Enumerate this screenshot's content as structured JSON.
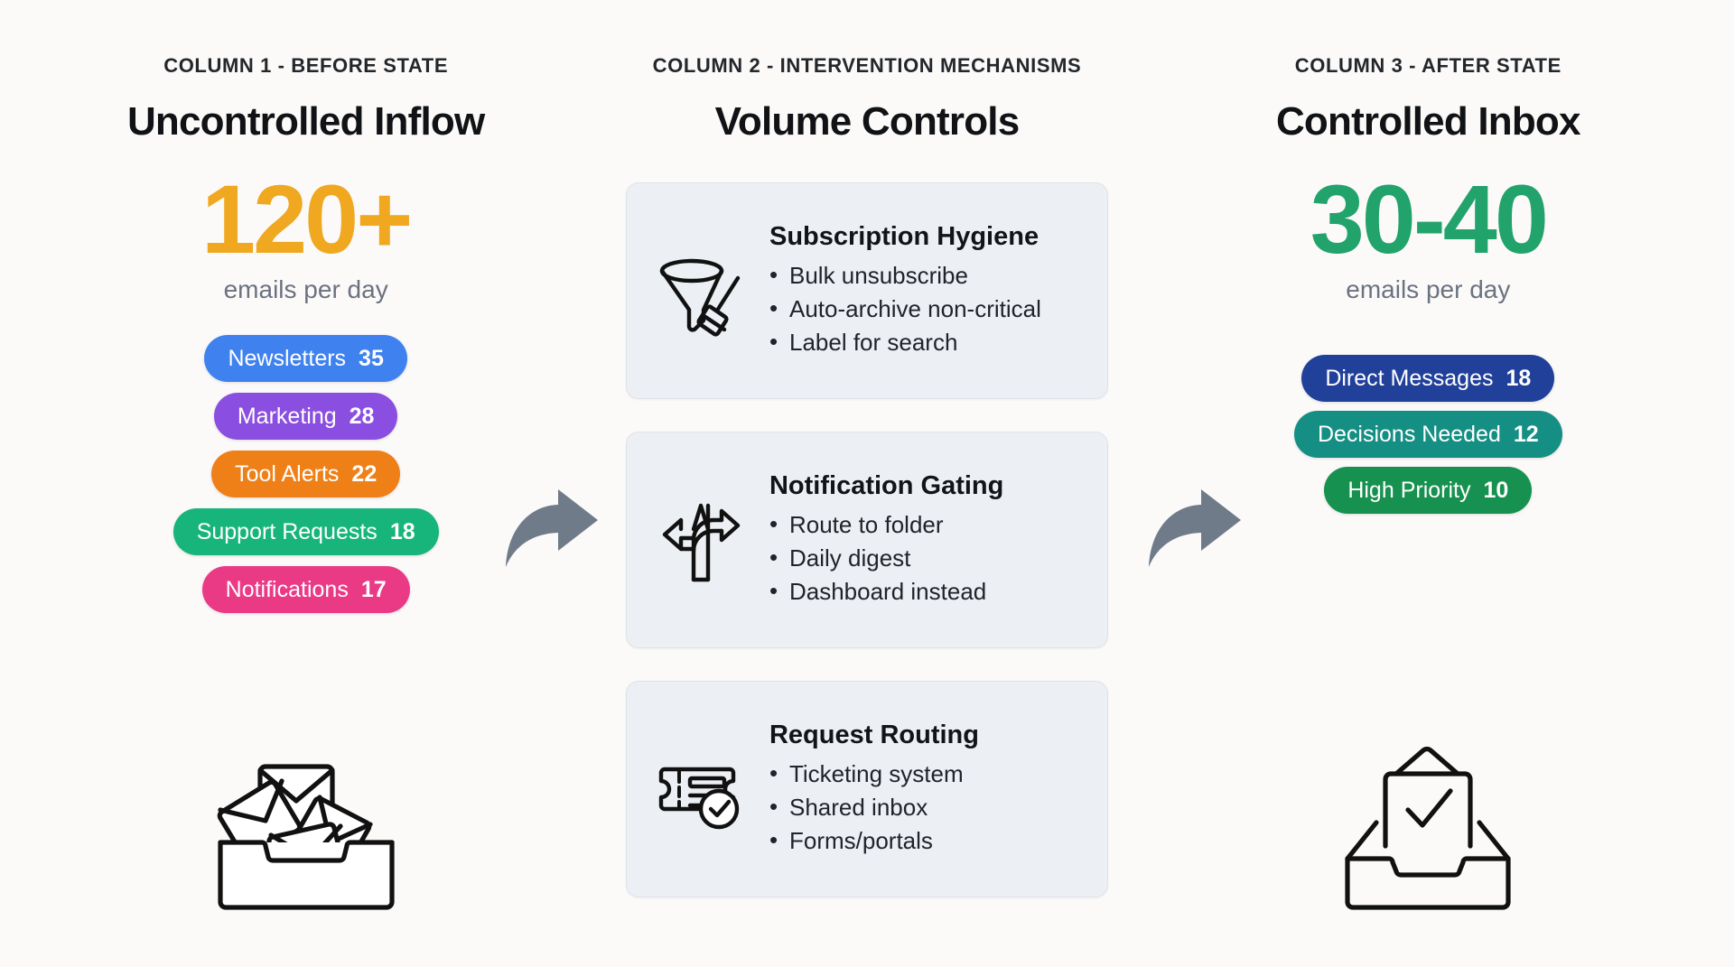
{
  "columns": [
    {
      "kicker": "COLUMN 1 - BEFORE STATE",
      "headline": "Uncontrolled Inflow",
      "stat": "120+",
      "stat_caption": "emails per day",
      "stat_color": "#efa820",
      "illustration_icon": "overflowing-inbox-icon",
      "pills": [
        {
          "label": "Newsletters",
          "count": "35",
          "color": "#3f82ef"
        },
        {
          "label": "Marketing",
          "count": "28",
          "color": "#8a4fe0"
        },
        {
          "label": "Tool Alerts",
          "count": "22",
          "color": "#ef8018"
        },
        {
          "label": "Support Requests",
          "count": "18",
          "color": "#17b57c"
        },
        {
          "label": "Notifications",
          "count": "17",
          "color": "#ea3a86"
        }
      ]
    },
    {
      "kicker": "COLUMN 2 - INTERVENTION MECHANISMS",
      "headline": "Volume Controls",
      "cards": [
        {
          "title": "Subscription Hygiene",
          "icon": "funnel-broom-icon",
          "items": [
            "Bulk unsubscribe",
            "Auto-archive non-critical",
            "Label for search"
          ]
        },
        {
          "title": "Notification Gating",
          "icon": "three-way-arrow-icon",
          "items": [
            "Route to folder",
            "Daily digest",
            "Dashboard instead"
          ]
        },
        {
          "title": "Request Routing",
          "icon": "ticket-check-icon",
          "items": [
            "Ticketing system",
            "Shared inbox",
            "Forms/portals"
          ]
        }
      ]
    },
    {
      "kicker": "COLUMN 3 - AFTER STATE",
      "headline": "Controlled Inbox",
      "stat": "30-40",
      "stat_caption": "emails per day",
      "stat_color": "#22a36b",
      "illustration_icon": "inbox-check-icon",
      "pills": [
        {
          "label": "Direct Messages",
          "count": "18",
          "color": "#21409a"
        },
        {
          "label": "Decisions Needed",
          "count": "12",
          "color": "#158f84"
        },
        {
          "label": "High Priority",
          "count": "10",
          "color": "#17914f"
        }
      ]
    }
  ],
  "arrows": [
    {
      "name": "flow-arrow-1",
      "color": "#707b89"
    },
    {
      "name": "flow-arrow-2",
      "color": "#707b89"
    }
  ]
}
